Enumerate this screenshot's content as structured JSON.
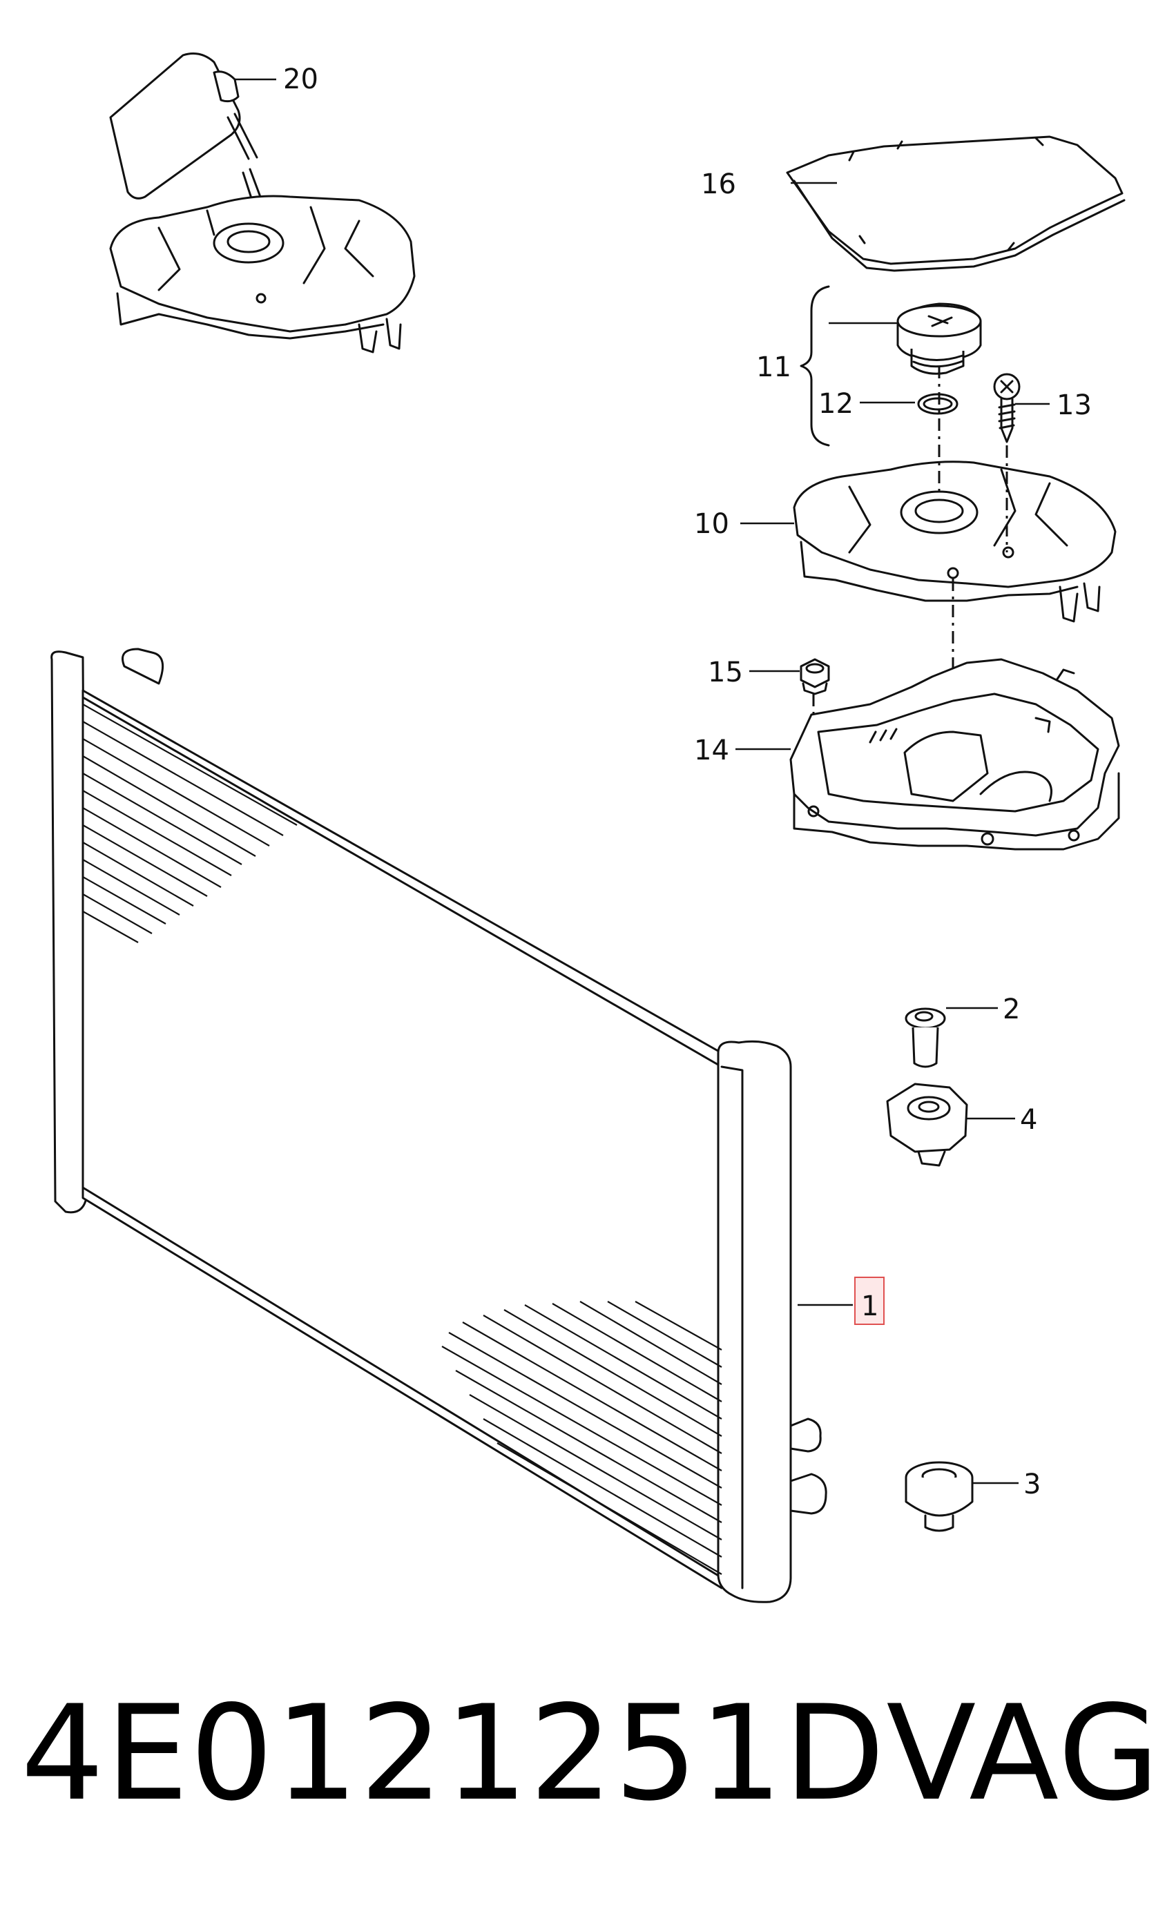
{
  "callouts": {
    "c20": "20",
    "c16": "16",
    "c11": "11",
    "c12": "12",
    "c13": "13",
    "c10": "10",
    "c15": "15",
    "c14": "14",
    "c2": "2",
    "c4": "4",
    "c1": "1",
    "c3": "3"
  },
  "caption": {
    "part_number": "4E0121251D",
    "brand": "VAG"
  },
  "colors": {
    "line": "#111111",
    "highlight_border": "#e05050",
    "highlight_fill": "#fde8e8"
  }
}
